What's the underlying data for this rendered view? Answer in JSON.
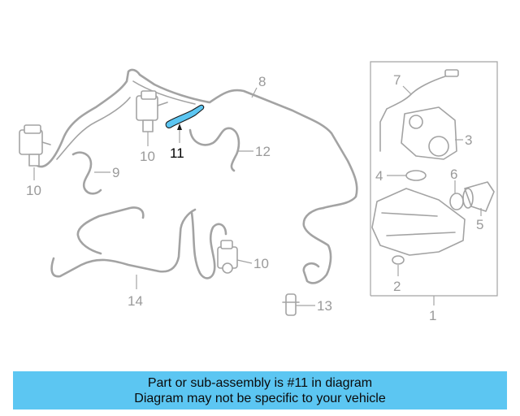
{
  "callouts": {
    "c1": "1",
    "c2": "2",
    "c3": "3",
    "c4": "4",
    "c5": "5",
    "c6": "6",
    "c7": "7",
    "c8": "8",
    "c9": "9",
    "c10a": "10",
    "c10b": "10",
    "c10c": "10",
    "c11": "11",
    "c12": "12",
    "c13": "13",
    "c14": "14"
  },
  "highlighted_part": "11",
  "banner": {
    "line1": "Part or sub-assembly is #11 in diagram",
    "line2": "Diagram may not be specific to your vehicle"
  },
  "colors": {
    "highlight": "#5cc6f2",
    "line_art": "#a3a3a3",
    "callout_text": "#9a9a9a"
  }
}
